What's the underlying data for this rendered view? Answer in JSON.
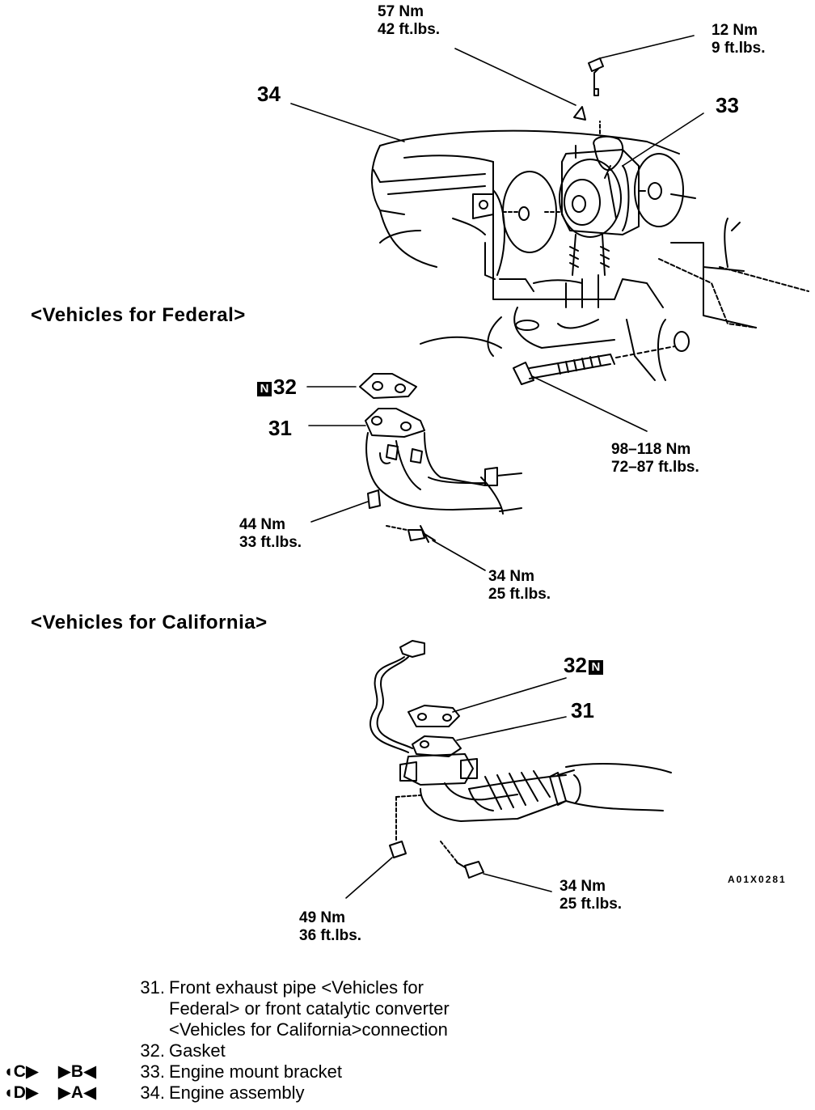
{
  "callouts": {
    "torque_57": [
      "57 Nm",
      "42 ft.lbs."
    ],
    "torque_12": [
      "12 Nm",
      "9 ft.lbs."
    ],
    "torque_98": [
      "98–118 Nm",
      "72–87 ft.lbs."
    ],
    "torque_44": [
      "44 Nm",
      "33 ft.lbs."
    ],
    "torque_34_federal": [
      "34 Nm",
      "25 ft.lbs."
    ],
    "torque_34_california": [
      "34 Nm",
      "25 ft.lbs."
    ],
    "torque_49": [
      "49 Nm",
      "36 ft.lbs."
    ]
  },
  "part_numbers": {
    "p34": "34",
    "p33": "33",
    "p32_federal": "32",
    "p31_federal": "31",
    "p32_california": "32",
    "p31_california": "31"
  },
  "new_part_mark": "N",
  "section_titles": {
    "federal": "<Vehicles for Federal>",
    "california": "<Vehicles for California>"
  },
  "figure_code": "A01X0281",
  "legend": [
    {
      "number": "31.",
      "lines": [
        "Front exhaust pipe <Vehicles for",
        "Federal> or front catalytic converter",
        "<Vehicles for California>connection"
      ],
      "marks": ""
    },
    {
      "number": "32.",
      "lines": [
        "Gasket"
      ],
      "marks": ""
    },
    {
      "number": "33.",
      "lines": [
        "Engine mount bracket"
      ],
      "marks": "C-B"
    },
    {
      "number": "34.",
      "lines": [
        "Engine assembly"
      ],
      "marks": "D-A"
    }
  ],
  "marks": {
    "C": "C",
    "B": "B",
    "D": "D",
    "A": "A"
  }
}
